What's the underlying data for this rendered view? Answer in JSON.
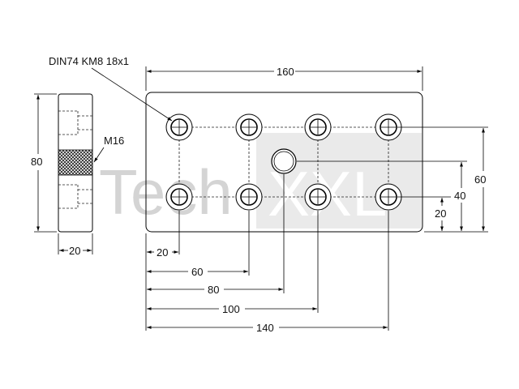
{
  "watermark": {
    "left": "Tech",
    "right": "XXL"
  },
  "callouts": {
    "bolt_spec": "DIN74 KM8 18x1",
    "thread": "M16"
  },
  "dimensions": {
    "side_height": "80",
    "side_thickness": "20",
    "plate_width": "160",
    "row_spacing": "60",
    "offset_40": "40",
    "offset_20_vertical": "20",
    "pos_20": "20",
    "pos_60": "60",
    "pos_80": "80",
    "pos_100": "100",
    "pos_140": "140"
  },
  "colors": {
    "line": "#000000",
    "watermark": "#d4d4d4",
    "hatch": "#222222"
  }
}
